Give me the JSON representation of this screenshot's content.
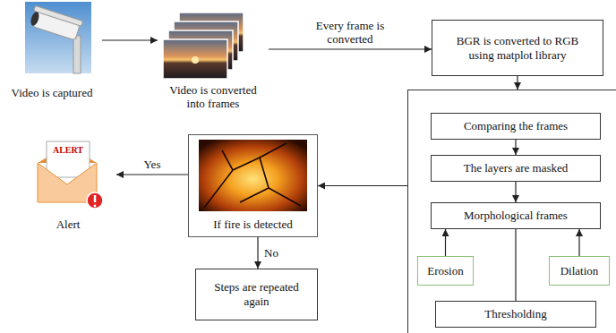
{
  "diagram": {
    "nodes": [
      {
        "text": [
          "Video is captured"
        ]
      },
      {
        "text": [
          "Video is converted into frames"
        ]
      },
      {
        "text": [
          "BGR is converted to RGB using matplot library"
        ]
      },
      {
        "text": []
      },
      {
        "text": [
          "Comparing the frames"
        ],
        "in": 3
      },
      {
        "text": [
          "The layers are masked"
        ],
        "in": 3
      },
      {
        "text": [
          "Morphological frames"
        ],
        "in": 3
      },
      {
        "text": [
          "Erosion"
        ],
        "in": 3
      },
      {
        "text": [
          "Dilation"
        ],
        "in": 3
      },
      {
        "text": [
          "Thresholding"
        ],
        "in": 3
      },
      {
        "text": [
          "If fire is detected"
        ]
      },
      {
        "text": [
          "ALERT",
          "Alert"
        ]
      },
      {
        "text": [
          "Steps are repeated again"
        ]
      }
    ],
    "edges": [
      {
        "from": 0,
        "to": 1,
        "arrow": "to"
      },
      {
        "from": 1,
        "to": 2,
        "arrow": "to",
        "label": "Every frame is converted"
      },
      {
        "from": 2,
        "to": 3,
        "arrow": "to"
      },
      {
        "from": 4,
        "to": 5,
        "arrow": "to"
      },
      {
        "from": 5,
        "to": 6,
        "arrow": "to"
      },
      {
        "from": 7,
        "to": 6,
        "arrow": "to"
      },
      {
        "from": 8,
        "to": 6,
        "arrow": "to"
      },
      {
        "from": 6,
        "to": 9,
        "arrow": "none"
      },
      {
        "from": 3,
        "to": 10,
        "arrow": "to"
      },
      {
        "from": 10,
        "to": 11,
        "arrow": "to",
        "label": "Yes"
      },
      {
        "from": 10,
        "to": 12,
        "arrow": "to",
        "label": "No"
      }
    ]
  }
}
